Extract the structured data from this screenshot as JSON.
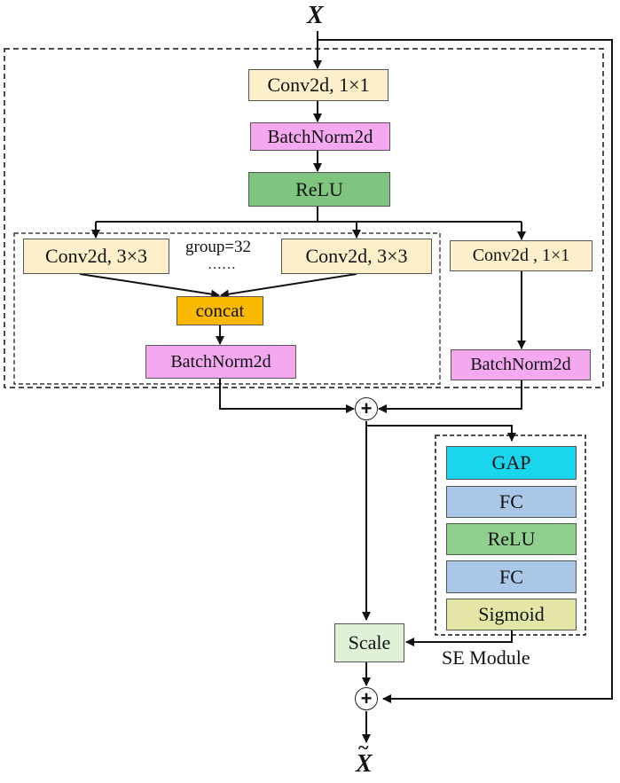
{
  "input": {
    "symbol": "X"
  },
  "output": {
    "symbol": "X",
    "accent": "~"
  },
  "blocks": {
    "conv1x1_top": "Conv2d, 1×1",
    "batchnorm_top": "BatchNorm2d",
    "relu_top": "ReLU",
    "conv3x3_left": "Conv2d, 3×3",
    "group_label": "group=32",
    "ellipsis": "……",
    "conv3x3_right": "Conv2d, 3×3",
    "concat": "concat",
    "batchnorm_group": "BatchNorm2d",
    "conv1x1_shortcut": "Conv2d , 1×1",
    "batchnorm_shortcut": "BatchNorm2d",
    "scale": "Scale"
  },
  "se_module": {
    "title": "SE Module",
    "layers": [
      "GAP",
      "FC",
      "ReLU",
      "FC",
      "Sigmoid"
    ]
  },
  "sum_symbol": "+",
  "colors": {
    "conv": "#fcefc9",
    "batchnorm": "#f3a8ef",
    "relu": "#7fc47f",
    "concat": "#fbb800",
    "gap": "#1ad6ec",
    "fc": "#aac7e8",
    "sigmoid": "#e4e6a6",
    "scale": "#dff2d8"
  }
}
